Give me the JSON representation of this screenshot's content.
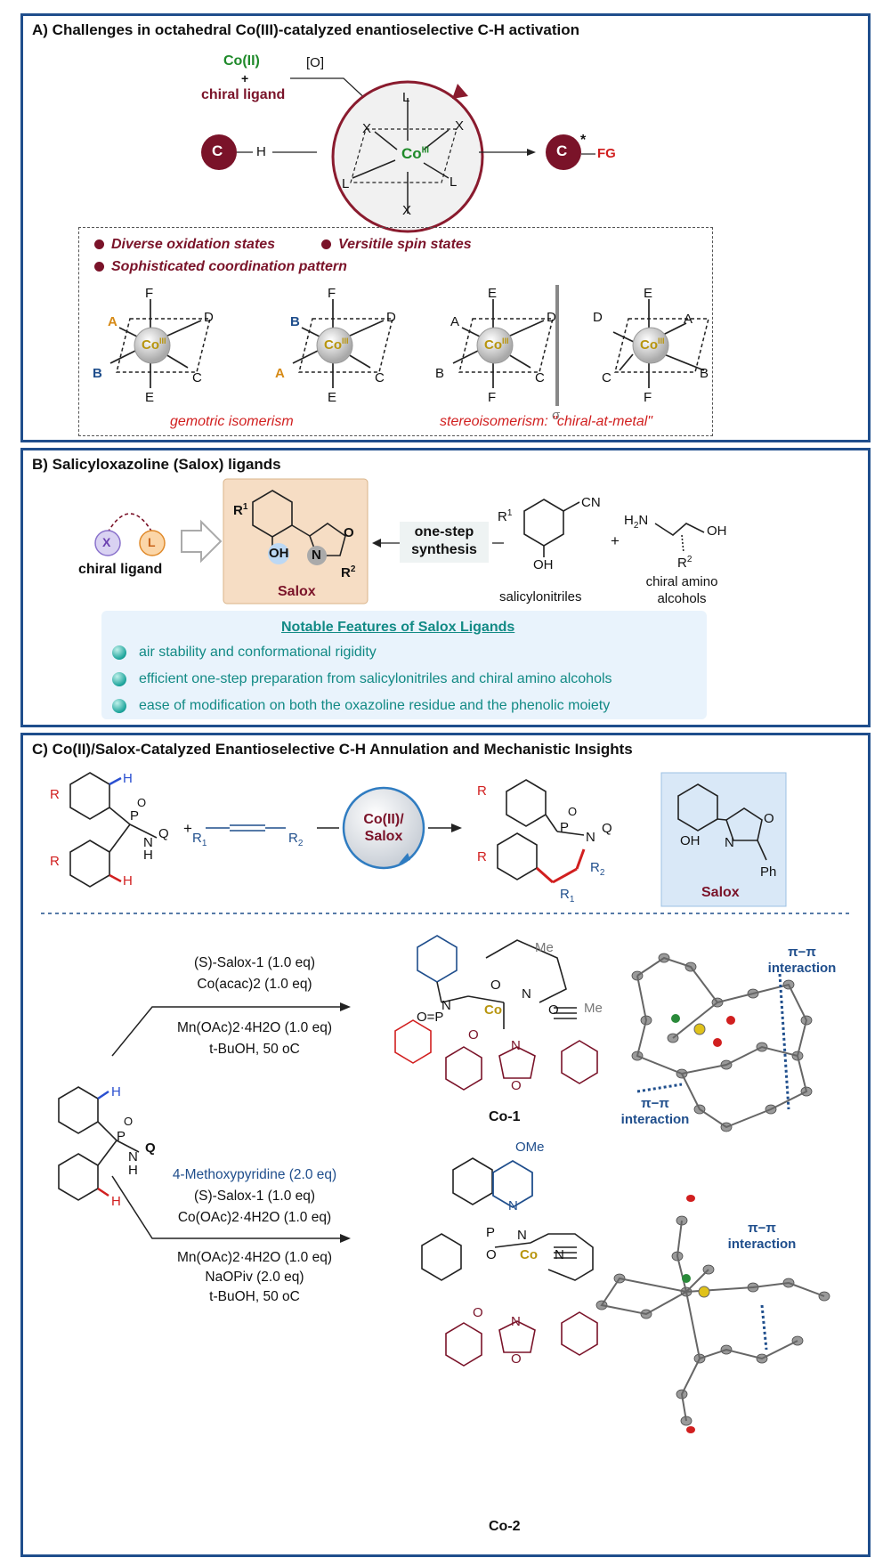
{
  "panelA": {
    "title": "A) Challenges in octahedral Co(III)-catalyzed enantioselective C-H activation",
    "co2": "Co(II)",
    "plus": "+",
    "chiral_ligand": "chiral ligand",
    "oxidant": "[O]",
    "c_label": "C",
    "h_label": "H",
    "fg_label": "FG",
    "star": "*",
    "bullets": [
      "Diverse oxidation states",
      "Versitile spin states",
      "Sophisticated coordination pattern"
    ],
    "geometric": "gemotric isomerism",
    "stereo": "stereoisomerism: \"chiral-at-metal\"",
    "sigma": "σ"
  },
  "panelB": {
    "title": "B) Salicyloxazoline (Salox) ligands",
    "x": "X",
    "l": "L",
    "chiral_ligand": "chiral ligand",
    "salox": "Salox",
    "one_step": [
      "one-step",
      "synthesis"
    ],
    "salicylonitriles": "salicylonitriles",
    "amino_alcohols": [
      "chiral amino",
      "alcohols"
    ],
    "features_title": "Notable Features of Salox Ligands",
    "features": [
      "air stability and conformational rigidity",
      "efficient one-step preparation from salicylonitriles and chiral amino alcohols",
      "ease of modification on both the oxazoline residue and the phenolic moiety"
    ]
  },
  "panelC": {
    "title": "C) Co(II)/Salox-Catalyzed Enantioselective C-H Annulation and Mechanistic Insights",
    "catalyst": [
      "Co(II)/",
      "Salox"
    ],
    "salox": "Salox",
    "cond1": [
      "(S)-Salox-1 (1.0 eq)",
      "Co(acac)2 (1.0 eq)",
      "Mn(OAc)2·4H2O (1.0 eq)",
      "t-BuOH, 50 oC"
    ],
    "cond2": [
      "4-Methoxypyridine (2.0 eq)",
      "(S)-Salox-1 (1.0 eq)",
      "Co(OAc)2·4H2O (1.0 eq)",
      "Mn(OAc)2·4H2O (1.0 eq)",
      "NaOPiv (2.0 eq)",
      "t-BuOH, 50 oC"
    ],
    "co1": "Co-1",
    "co2": "Co-2",
    "pipi": "π−π",
    "interaction": "interaction"
  },
  "colors": {
    "frame": "#1f4e8c",
    "maroon": "#7a1329",
    "green": "#1f8a2a",
    "red": "#d11f1f",
    "teal": "#128a85"
  }
}
